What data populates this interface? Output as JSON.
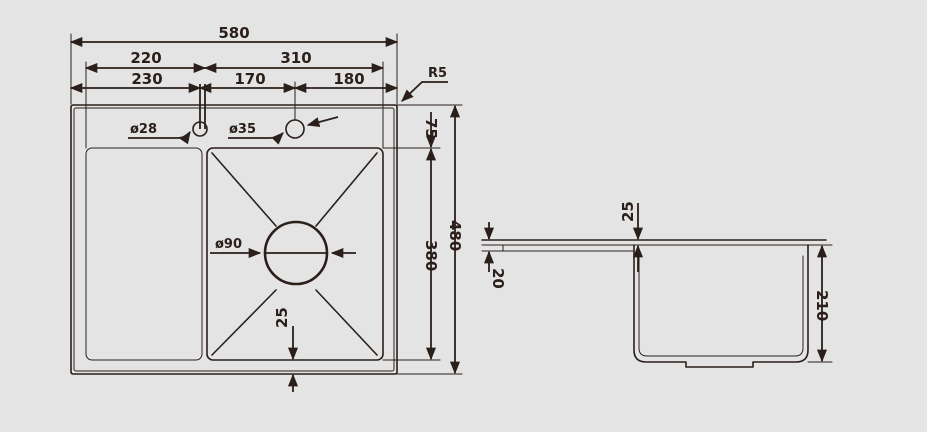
{
  "dimensions": {
    "total_width": "580",
    "left_width": "220",
    "right_width": "310",
    "left_offset": "230",
    "mid_offset": "170",
    "right_offset": "180",
    "corner_radius": "R5",
    "hole_small": "ø28",
    "hole_large": "ø35",
    "drain": "ø90",
    "top_edge": "75",
    "bowl_depth_plan": "380",
    "total_depth": "480",
    "bottom_margin": "25",
    "rim_offset": "25",
    "rim_thickness": "20",
    "bowl_height": "210"
  },
  "colors": {
    "background": "#e4e4e4",
    "line": "#2a1f1a"
  }
}
